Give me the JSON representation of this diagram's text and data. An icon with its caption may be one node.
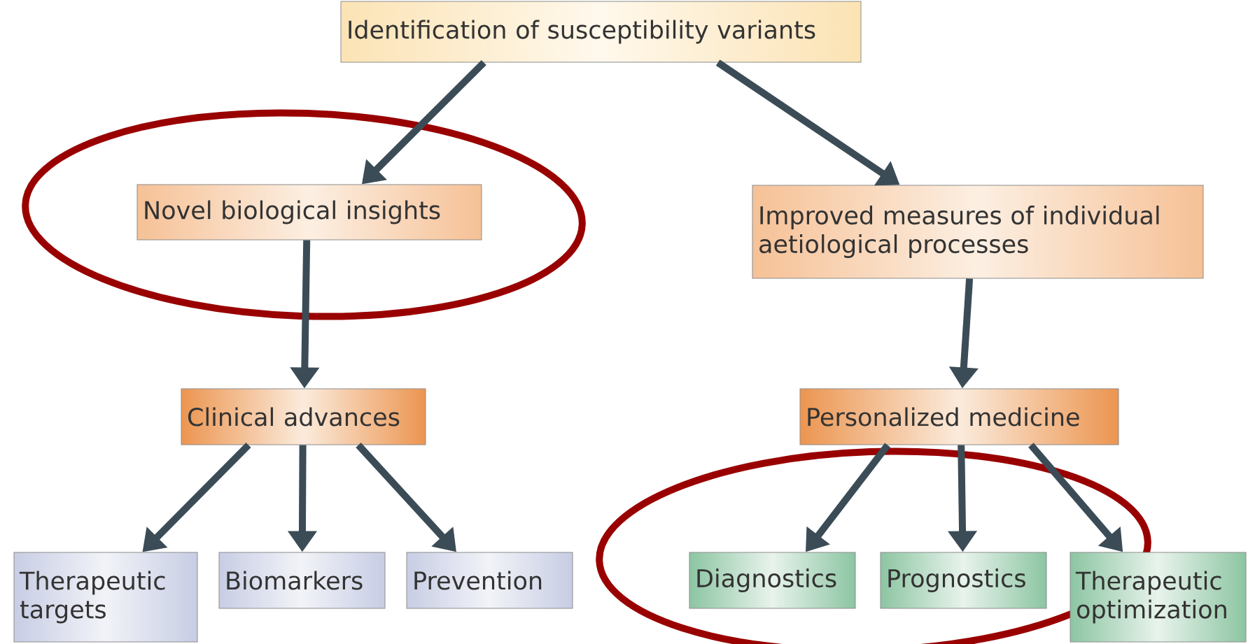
{
  "diagram": {
    "nodes": [
      {
        "text": [
          "Identification of susceptibility variants"
        ]
      },
      {
        "text": [
          "Novel biological insights"
        ]
      },
      {
        "text": [
          "Improved measures of individual aetiological processes"
        ]
      },
      {
        "text": [
          "Clinical advances"
        ]
      },
      {
        "text": [
          "Personalized medicine"
        ]
      },
      {
        "text": [
          "Therapeutic targets"
        ]
      },
      {
        "text": [
          "Biomarkers"
        ]
      },
      {
        "text": [
          "Prevention"
        ]
      },
      {
        "text": [
          "Diagnostics"
        ]
      },
      {
        "text": [
          "Prognostics"
        ]
      },
      {
        "text": [
          "Therapeutic optimization"
        ]
      }
    ],
    "edges": [
      {
        "from": 0,
        "to": 1,
        "arrow": "to"
      },
      {
        "from": 0,
        "to": 2,
        "arrow": "to"
      },
      {
        "from": 1,
        "to": 3,
        "arrow": "to"
      },
      {
        "from": 2,
        "to": 4,
        "arrow": "to"
      },
      {
        "from": 3,
        "to": 5,
        "arrow": "to"
      },
      {
        "from": 3,
        "to": 6,
        "arrow": "to"
      },
      {
        "from": 3,
        "to": 7,
        "arrow": "to"
      },
      {
        "from": 4,
        "to": 8,
        "arrow": "to"
      },
      {
        "from": 4,
        "to": 9,
        "arrow": "to"
      },
      {
        "from": 4,
        "to": 10,
        "arrow": "to"
      }
    ]
  }
}
